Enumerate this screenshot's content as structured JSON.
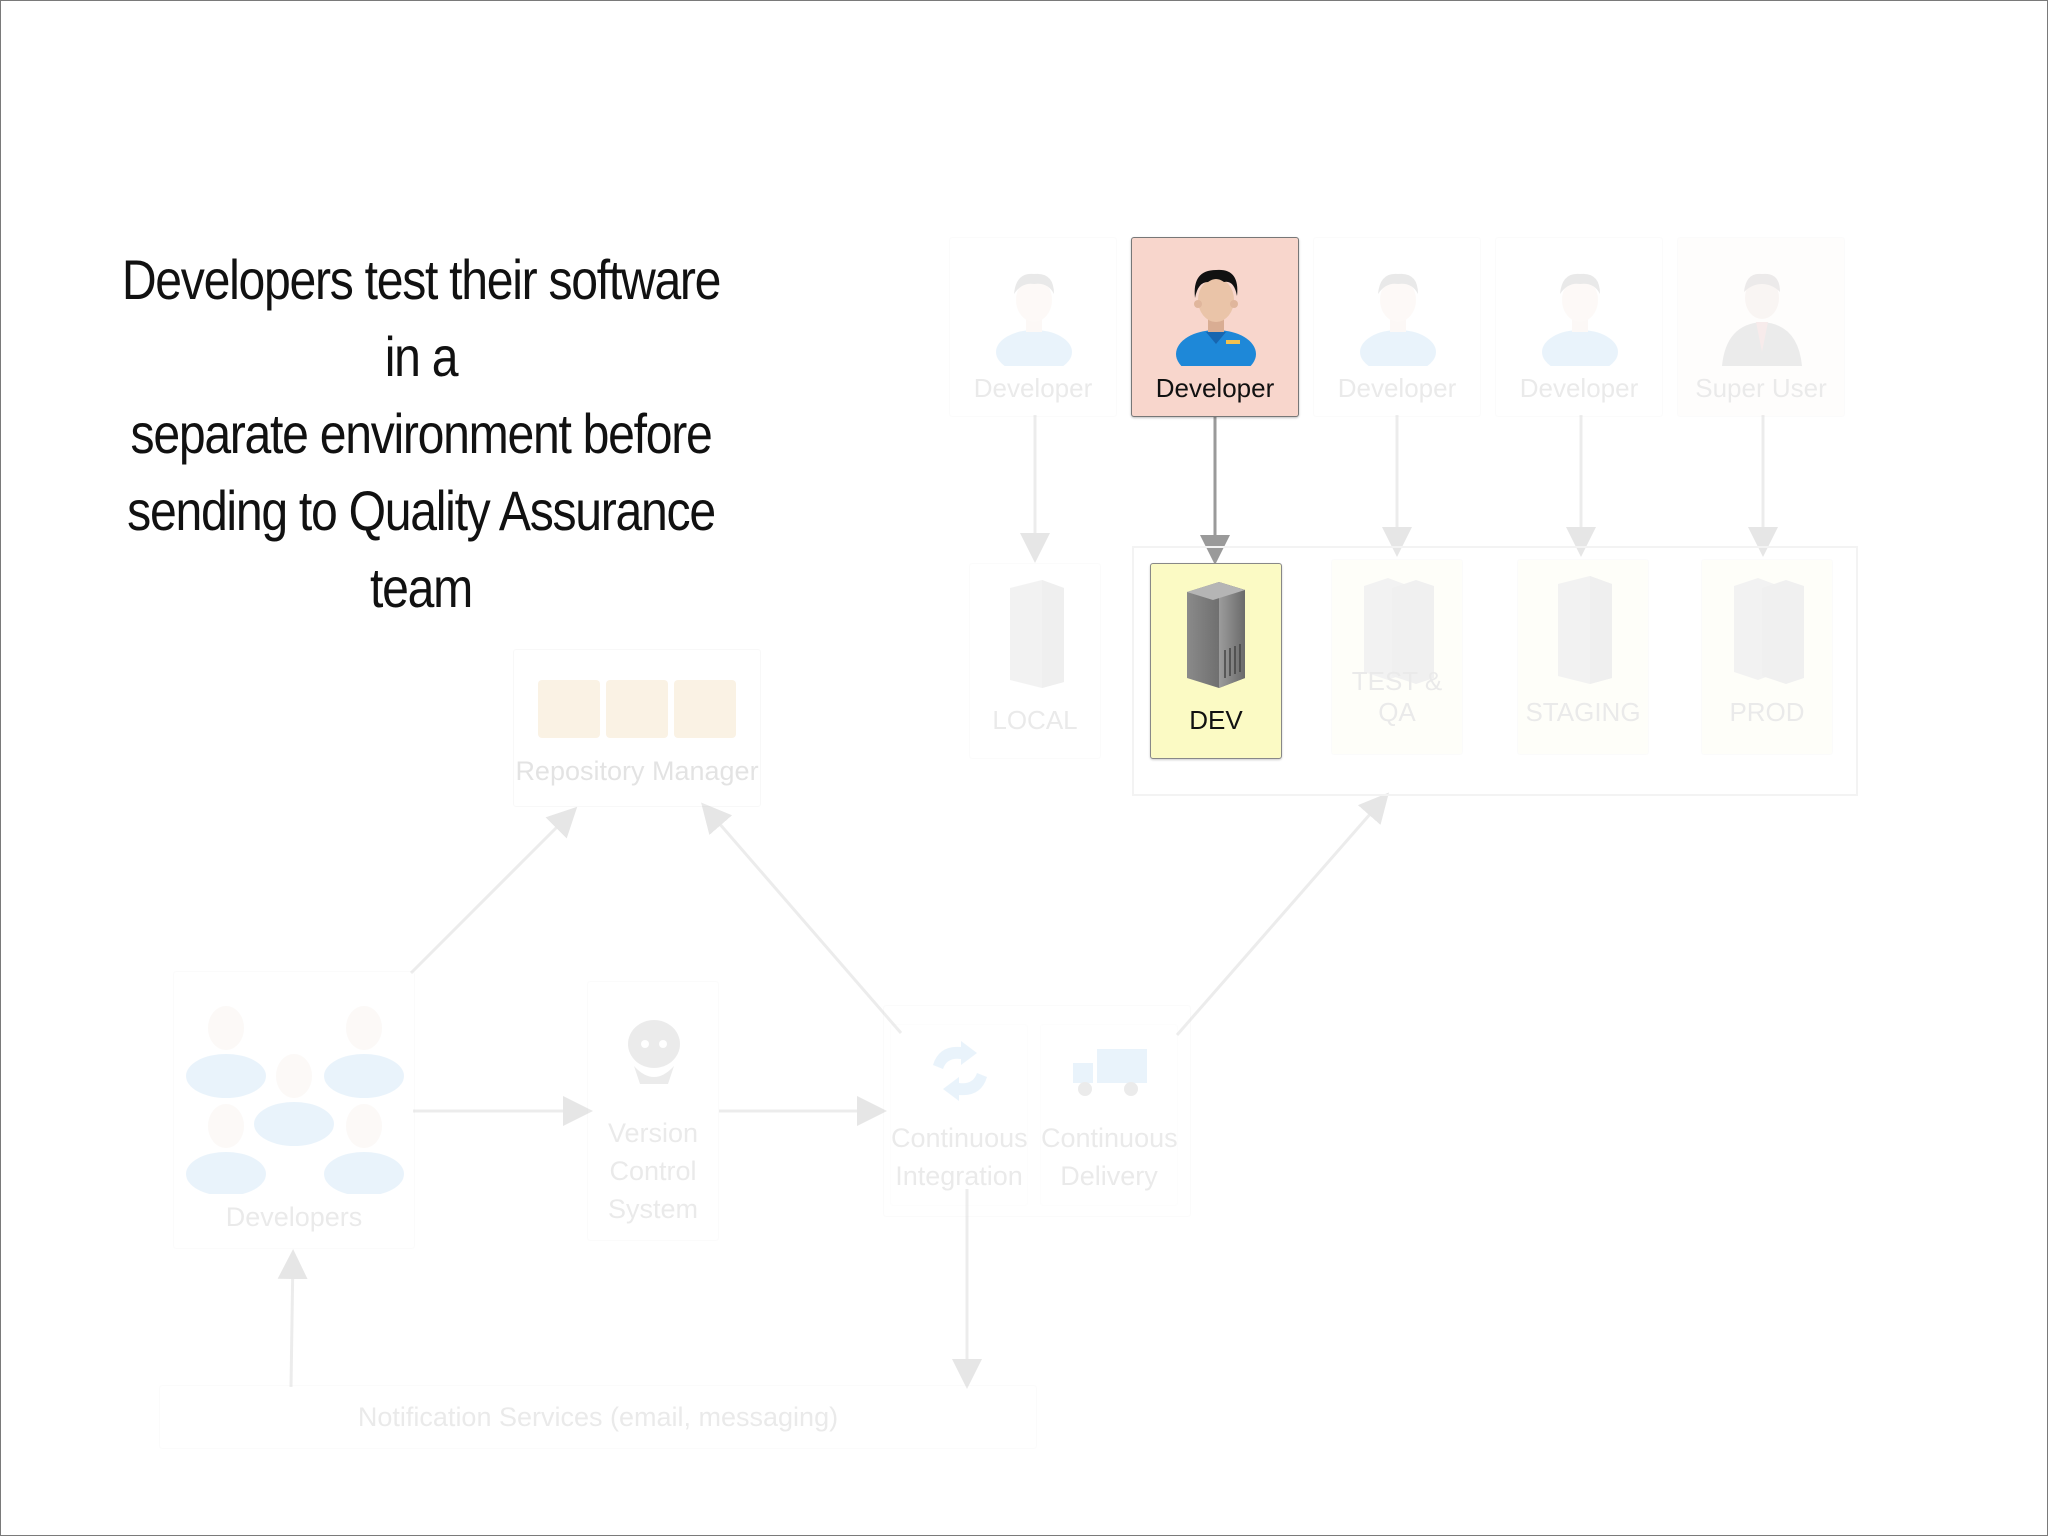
{
  "headline": [
    "Developers test their software in a",
    "separate environment before",
    "sending to Quality Assurance team"
  ],
  "people": [
    {
      "label": "Developer",
      "state": "faded"
    },
    {
      "label": "Developer",
      "state": "active"
    },
    {
      "label": "Developer",
      "state": "faded"
    },
    {
      "label": "Developer",
      "state": "faded"
    },
    {
      "label": "Super User",
      "state": "faded"
    }
  ],
  "environments": [
    {
      "label": "LOCAL",
      "state": "faded"
    },
    {
      "label": "DEV",
      "state": "active"
    },
    {
      "label": "TEST & QA",
      "state": "faded"
    },
    {
      "label": "STAGING",
      "state": "faded"
    },
    {
      "label": "PROD",
      "state": "faded"
    }
  ],
  "pipeline": {
    "repository_manager": "Repository Manager",
    "developers": "Developers",
    "vcs": [
      "Version",
      "Control",
      "System"
    ],
    "ci": [
      "Continuous",
      "Integration"
    ],
    "cd": [
      "Continuous",
      "Delivery"
    ],
    "notifications": "Notification Services (email, messaging)"
  },
  "colors": {
    "active_person_bg": "#f8d6cc",
    "active_server_bg": "#fbfac4",
    "arrow": "#9a9a9a",
    "person_shirt": "#1e88d8"
  }
}
